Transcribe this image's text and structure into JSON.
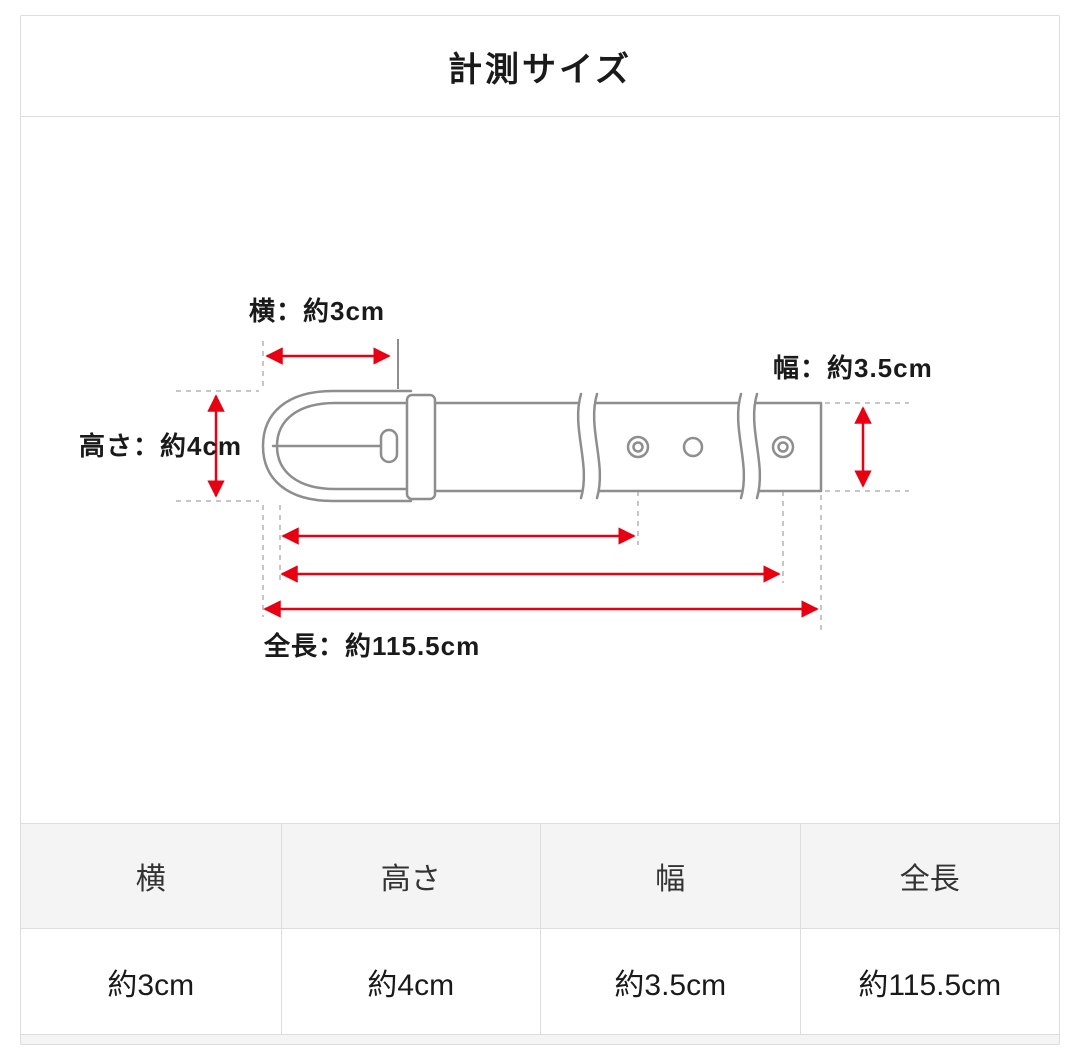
{
  "page": {
    "title": "計測サイズ"
  },
  "diagram": {
    "labels": {
      "buckle_width": "横：約3cm",
      "buckle_height": "高さ：約4cm",
      "belt_width": "幅：約3.5cm",
      "total_length": "全長：約115.5cm"
    }
  },
  "table": {
    "columns": [
      {
        "header": "横",
        "value": "約3cm"
      },
      {
        "header": "高さ",
        "value": "約4cm"
      },
      {
        "header": "幅",
        "value": "約3.5cm"
      },
      {
        "header": "全長",
        "value": "約115.5cm"
      }
    ]
  },
  "colors": {
    "accent_red": "#e60012",
    "line_gray": "#8e8e8e",
    "border": "#dddddd",
    "table_header_bg": "#f4f4f4"
  }
}
